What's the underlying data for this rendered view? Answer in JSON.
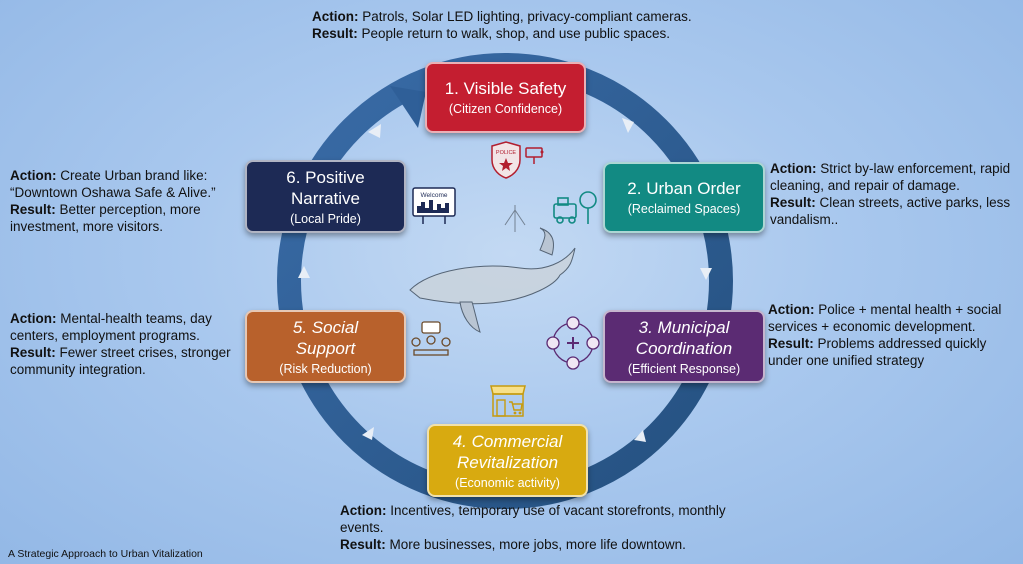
{
  "footer_title": "A Strategic Approach to Urban Vitalization",
  "steps": [
    {
      "title": "1. Visible Safety",
      "subtitle": "(Citizen Confidence)",
      "color": "#c41e30",
      "action": "Patrols, Solar LED lighting, privacy-compliant cameras.",
      "result": "People return to walk, shop, and use public spaces."
    },
    {
      "title": "2. Urban Order",
      "subtitle": "(Reclaimed Spaces)",
      "color": "#128a83",
      "action": "Strict by-law enforcement, rapid cleaning, and repair of damage.",
      "result": "Clean streets, active parks, less vandalism.."
    },
    {
      "title_line1": "3. Municipal",
      "title_line2": "Coordination",
      "subtitle": "(Efficient Response)",
      "color": "#5b2b73",
      "action": "Police + mental health + social services + economic development.",
      "result": "Problems addressed quickly under one unified strategy"
    },
    {
      "title_line1": "4. Commercial",
      "title_line2": "Revitalization",
      "subtitle": "(Economic activity)",
      "color": "#d8aa10",
      "action": "Incentives, temporary use of vacant storefronts, monthly events.",
      "result": "More businesses, more jobs, more life downtown."
    },
    {
      "title_line1": "5. Social",
      "title_line2": "Support",
      "subtitle": "(Risk Reduction)",
      "color": "#b8612c",
      "action": "Mental-health teams, day centers, employment programs.",
      "result": "Fewer street crises, stronger community integration."
    },
    {
      "title_line1": "6. Positive",
      "title_line2": "Narrative",
      "subtitle": "(Local Pride)",
      "color": "#1d2a55",
      "action": "Create Urban brand like: “Downtown Oshawa Safe & Alive.”",
      "result": "Better perception, more investment, more visitors."
    }
  ],
  "labels": {
    "action": "Action:",
    "result": "Result:"
  },
  "icons": {
    "step1": "police-badge-and-camera-icon",
    "step2": "street-sweeper-and-tree-icon",
    "step3": "coordination-network-icon",
    "step4": "storefront-cart-icon",
    "step5": "group-meeting-icon",
    "step6": "welcome-billboard-icon",
    "badge_text": "POLICE",
    "billboard_text": "Welcome"
  },
  "colors": {
    "ring": "#2f5f98",
    "background": "#a9c8ee"
  }
}
